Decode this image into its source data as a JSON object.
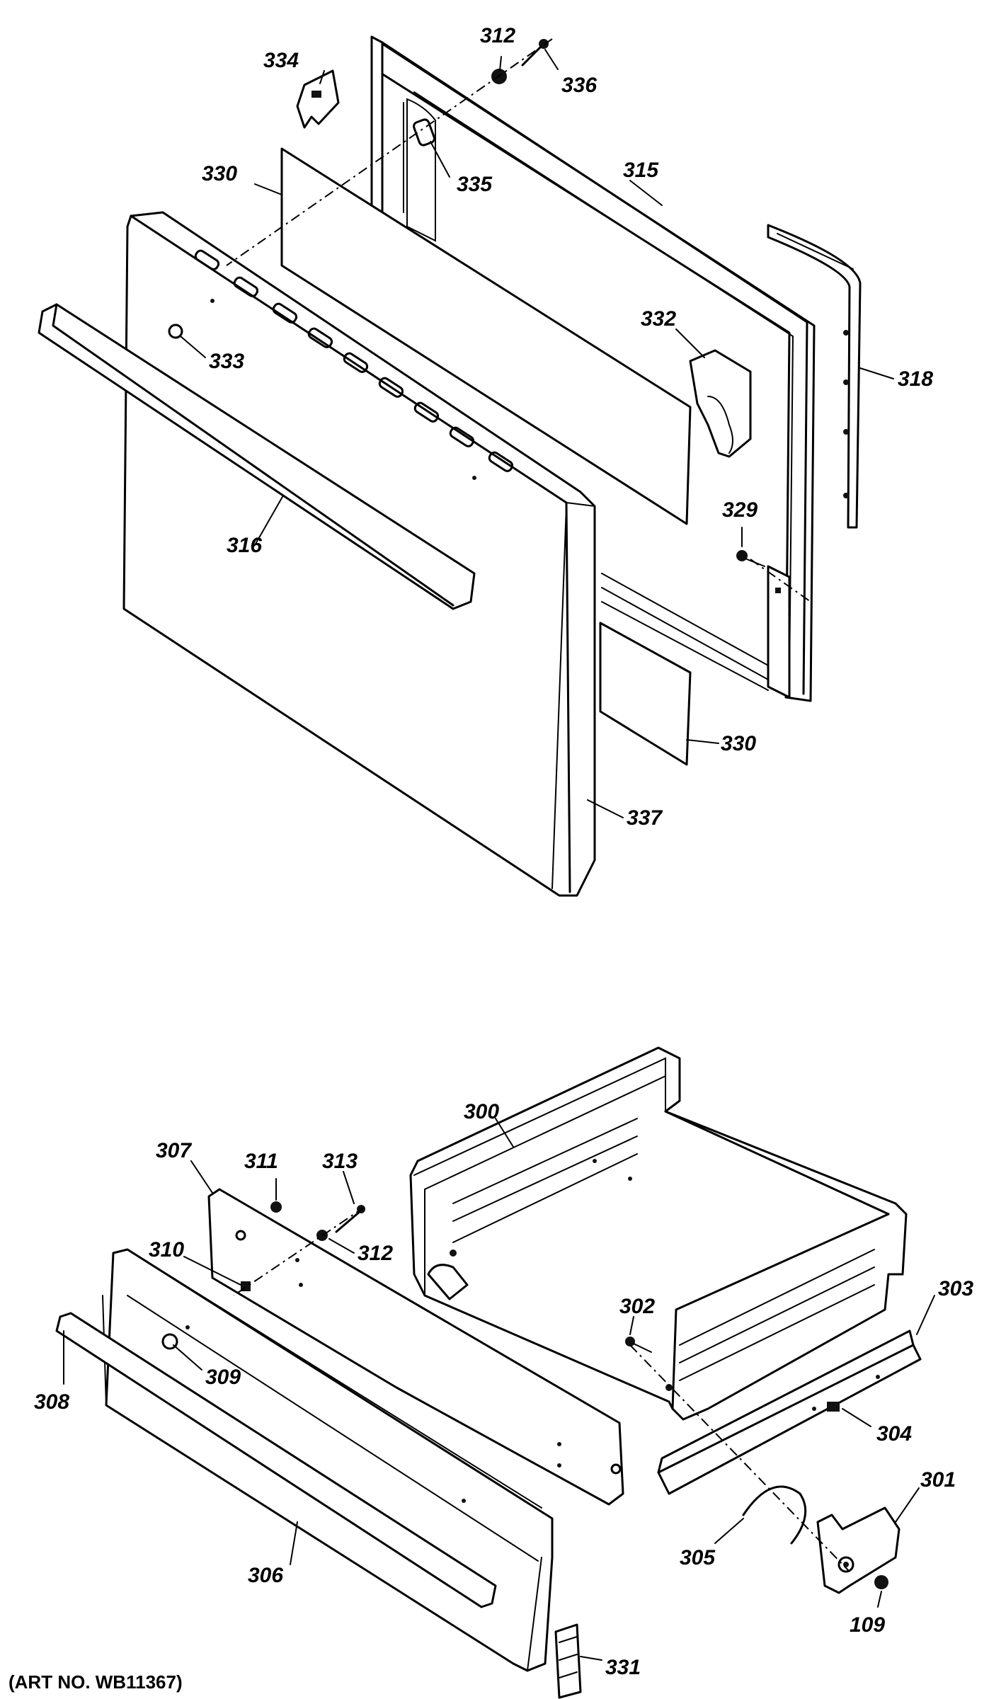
{
  "upper_assembly_labels": {
    "p312": "312",
    "p336": "336",
    "p334": "334",
    "p335": "335",
    "p330_top": "330",
    "p315": "315",
    "p333": "333",
    "p332": "332",
    "p318": "318",
    "p316": "316",
    "p329": "329",
    "p330_bottom": "330",
    "p337": "337"
  },
  "lower_assembly_labels": {
    "p300": "300",
    "p307": "307",
    "p311": "311",
    "p313": "313",
    "p312": "312",
    "p310": "310",
    "p303": "303",
    "p309": "309",
    "p308": "308",
    "p302": "302",
    "p304": "304",
    "p301": "301",
    "p305": "305",
    "p306": "306",
    "p109": "109",
    "p331": "331"
  },
  "art_number": "(ART NO. WB11367)"
}
